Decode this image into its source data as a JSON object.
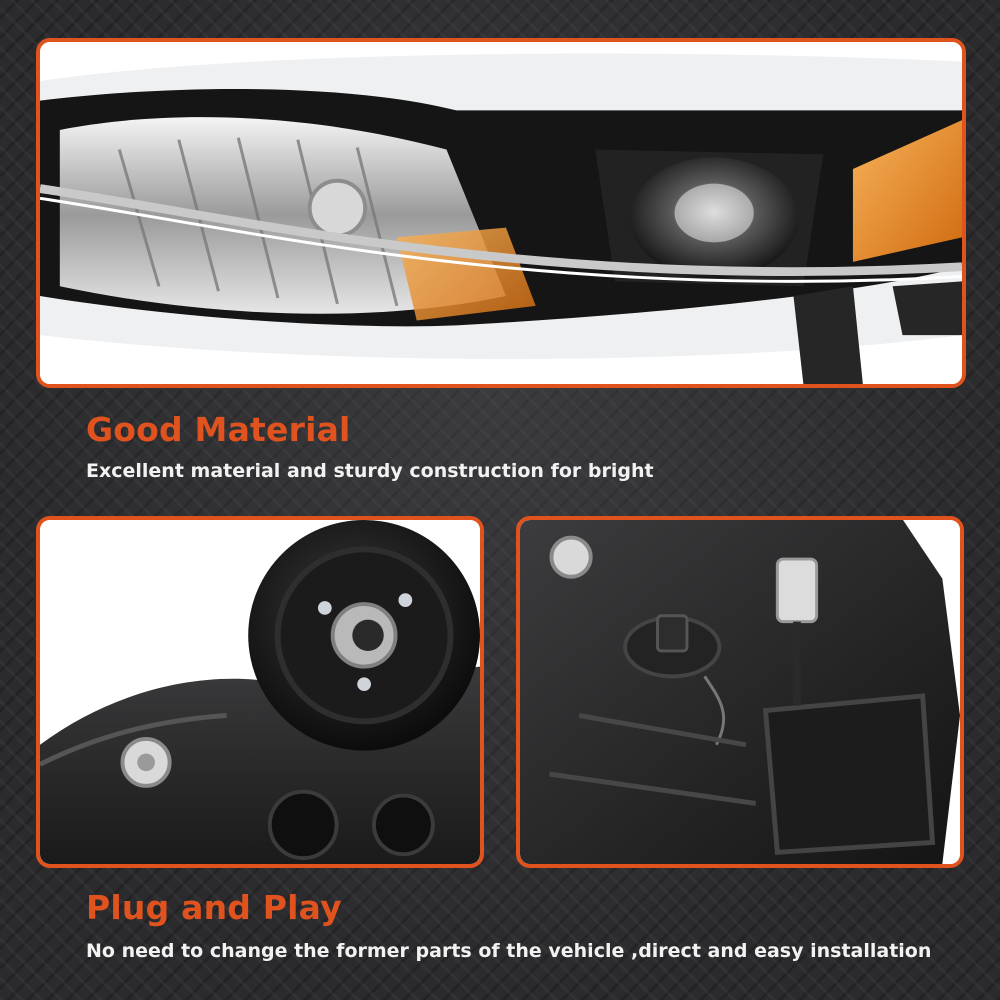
{
  "feature_1": {
    "title": "Good Material",
    "description": "Excellent material and sturdy construction for bright"
  },
  "feature_2": {
    "title": "Plug and Play",
    "description": "No need to change the former parts of the vehicle ,direct and easy installation"
  },
  "colors": {
    "accent": "#e0531f",
    "background": "#2b2b2d",
    "text": "#f2f2f2"
  },
  "images": [
    "headlight-front-closeup-photo",
    "headlight-bulb-socket-rear-photo",
    "headlight-housing-connector-rear-photo"
  ]
}
